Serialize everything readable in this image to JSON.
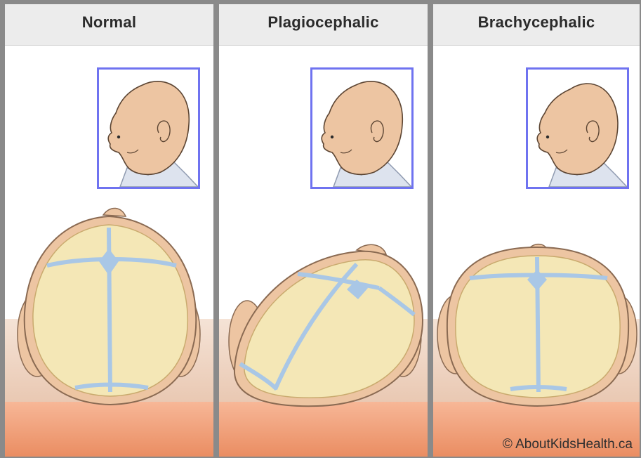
{
  "panels": [
    {
      "title": "Normal"
    },
    {
      "title": "Plagiocephalic"
    },
    {
      "title": "Brachycephalic"
    }
  ],
  "copyright": "© AboutKidsHealth.ca",
  "colors": {
    "frame_border": "#6f73f0",
    "skin": "#edc5a2",
    "skull_plate": "#f4e7b6",
    "suture": "#a9c7e6",
    "mattress": "#f0a07a"
  }
}
